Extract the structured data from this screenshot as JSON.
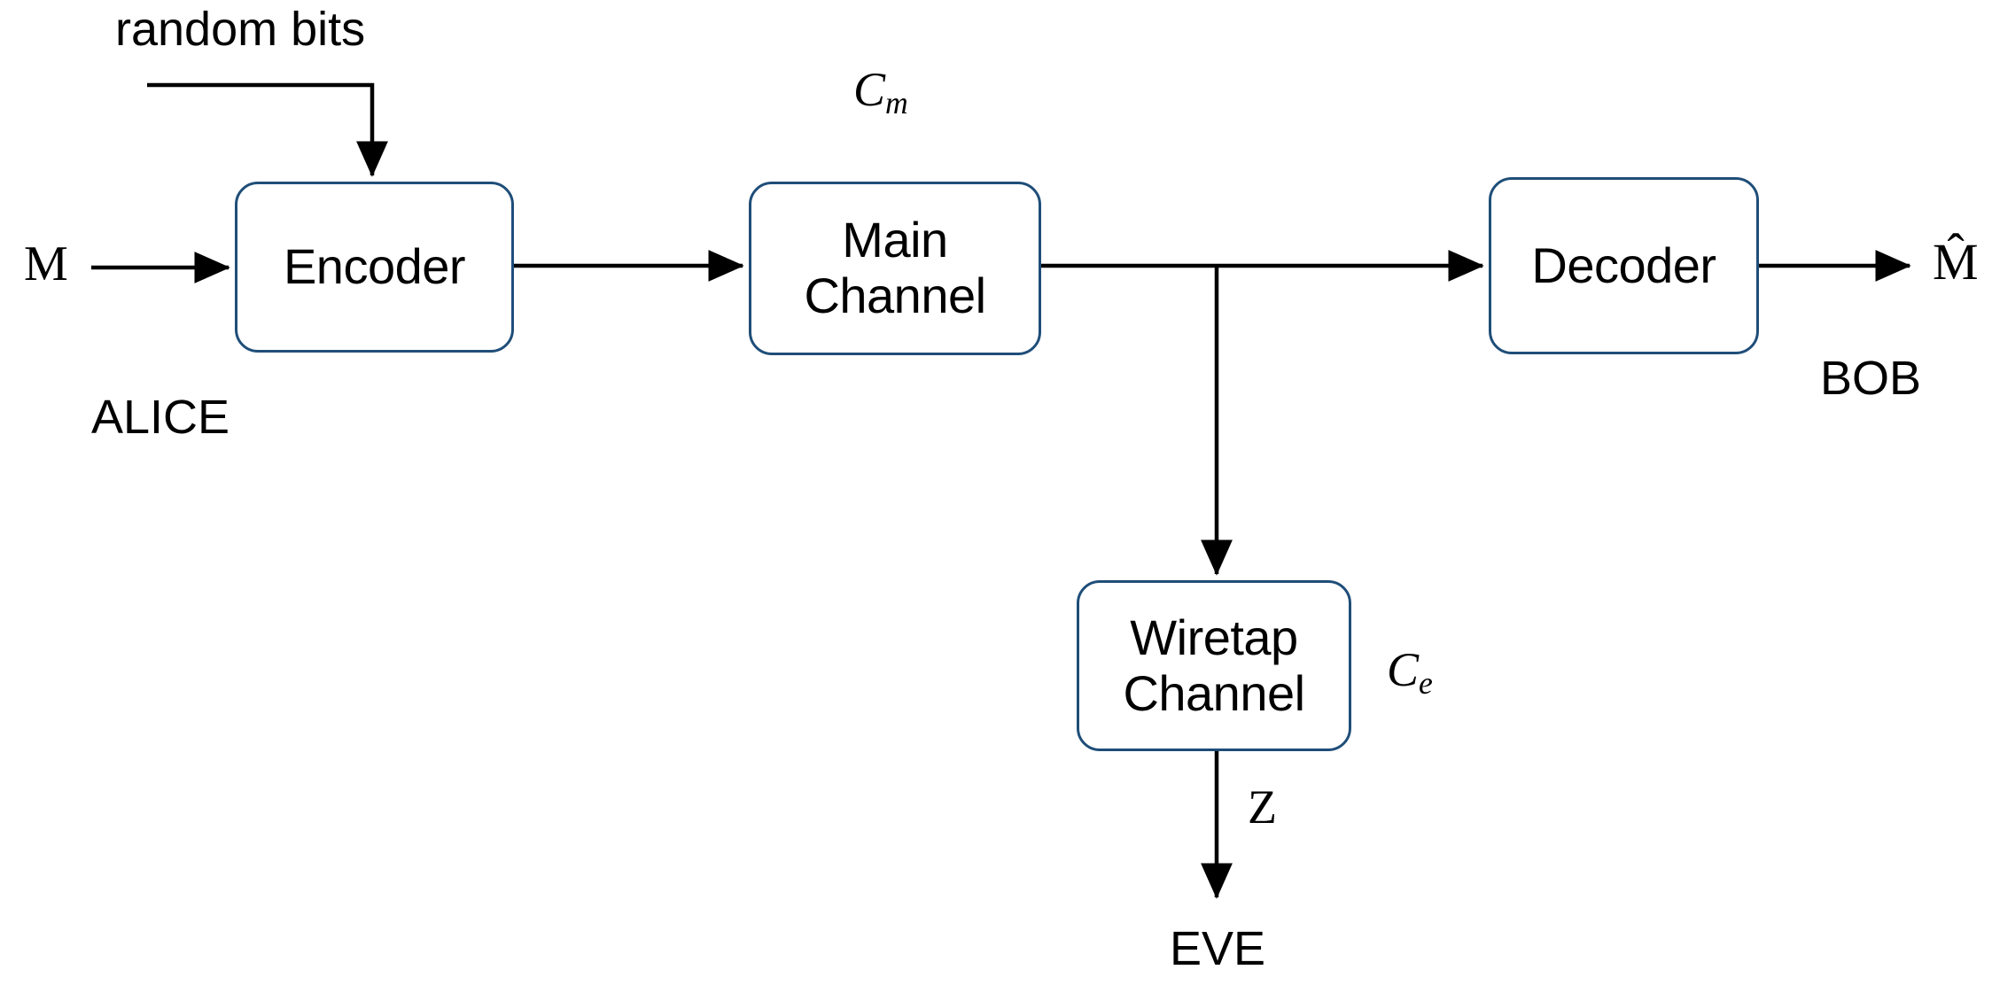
{
  "diagram": {
    "title": "Wiretap channel model block diagram",
    "colors": {
      "box_border": "#1F4E79",
      "box_fill": "#FFFFFF",
      "wire": "#000000",
      "background": "#FFFFFF"
    },
    "boxes": [
      {
        "id": "encoder",
        "label": "Encoder"
      },
      {
        "id": "main_channel",
        "label": "Main\nChannel"
      },
      {
        "id": "decoder",
        "label": "Decoder"
      },
      {
        "id": "wiretap_channel",
        "label": "Wiretap\nChannel"
      }
    ],
    "labels": {
      "random_bits": "random bits",
      "message_in": "M",
      "message_out": "M̂",
      "main_capacity_base": "C",
      "main_capacity_sub": "m",
      "eve_capacity_base": "C",
      "eve_capacity_sub": "e",
      "eve_observation": "Z",
      "alice": "ALICE",
      "bob": "BOB",
      "eve": "EVE"
    },
    "edges": [
      {
        "id": "m-to-encoder",
        "from": "M",
        "to": "Encoder"
      },
      {
        "id": "random-bits-to-encoder",
        "from": "random bits",
        "to": "Encoder"
      },
      {
        "id": "encoder-to-main",
        "from": "Encoder",
        "to": "Main Channel"
      },
      {
        "id": "main-to-decoder",
        "from": "Main Channel",
        "to": "Decoder"
      },
      {
        "id": "main-to-wiretap",
        "from": "Main Channel",
        "to": "Wiretap Channel"
      },
      {
        "id": "decoder-to-mhat",
        "from": "Decoder",
        "to": "M̂"
      },
      {
        "id": "wiretap-to-eve",
        "from": "Wiretap Channel",
        "to": "EVE"
      }
    ]
  }
}
